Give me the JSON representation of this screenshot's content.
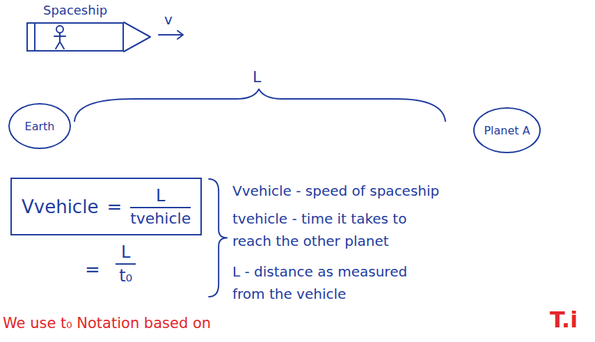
{
  "diagram": {
    "nodes": [
      {
        "text": [
          "Spaceship"
        ]
      },
      {
        "text": [
          "Earth"
        ]
      },
      {
        "text": [
          "Planet A"
        ]
      },
      {
        "text": [
          "Vvehicle",
          "=",
          "L",
          "tvehicle"
        ]
      }
    ],
    "labels": [
      "v",
      "L",
      "=",
      "L",
      "t₀",
      "Vvehicle - speed of spaceship",
      "tvehicle - time it takes to reach the other planet",
      "L - distance as measured from the vehicle",
      "We use t₀ Notation based on",
      "T.i"
    ]
  }
}
